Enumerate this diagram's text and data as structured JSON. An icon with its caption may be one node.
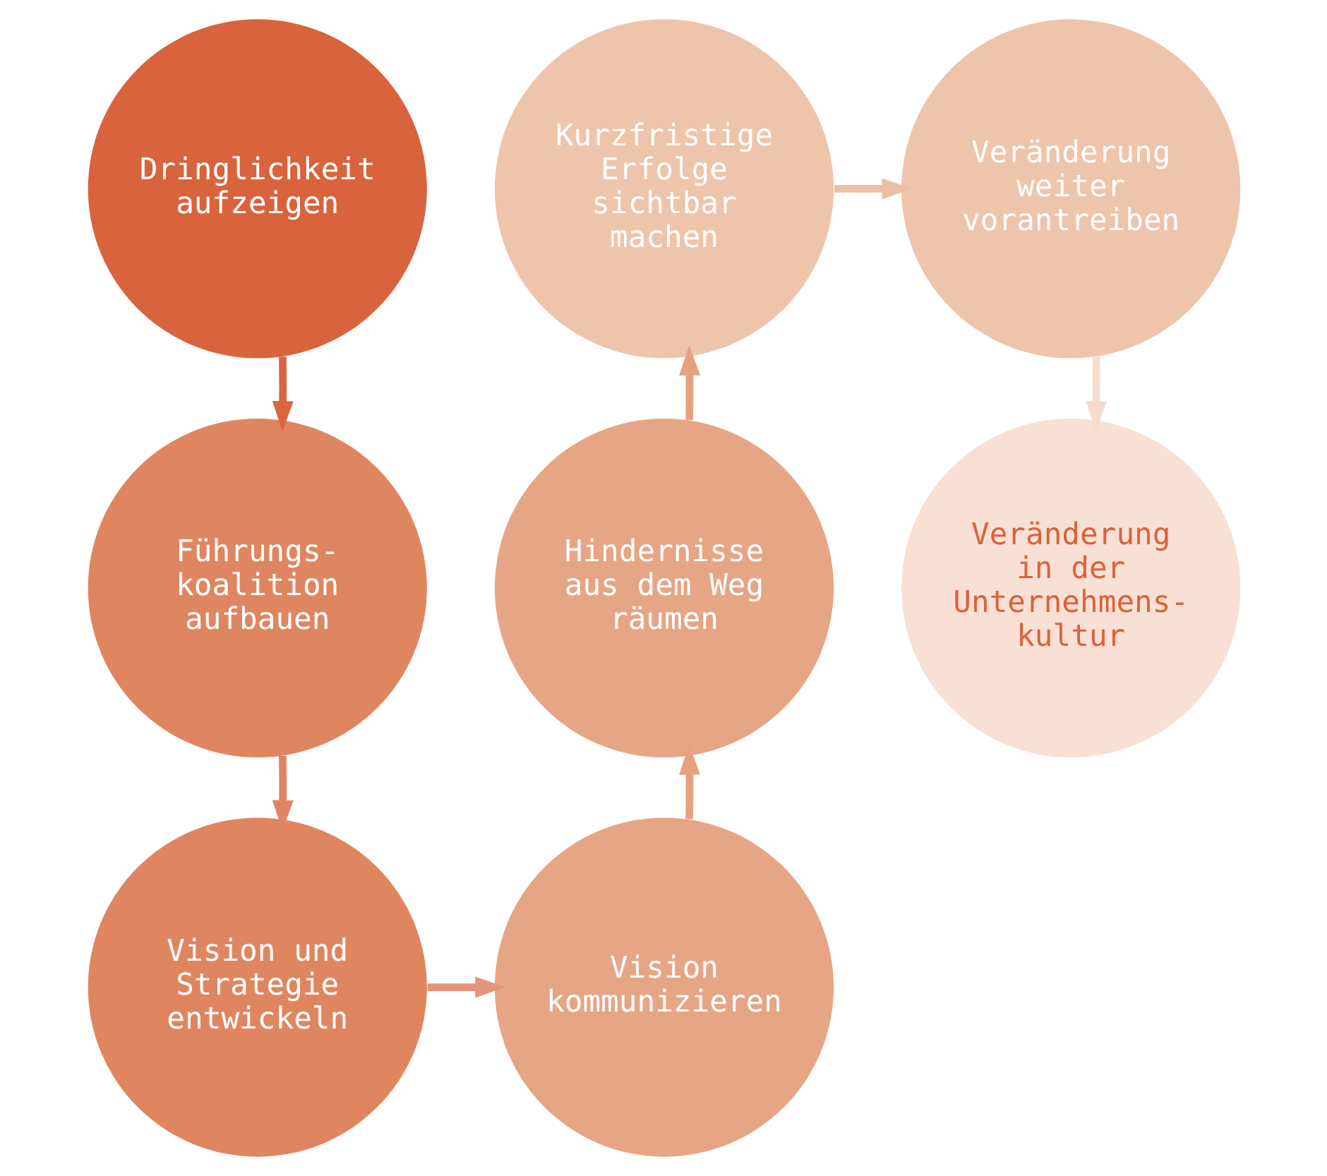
{
  "diagram": {
    "nodes": [
      {
        "text": [
          "Dringlichkeit aufzeigen"
        ]
      },
      {
        "text": [
          "Führungs- koalition aufbauen"
        ]
      },
      {
        "text": [
          "Vision und Strategie entwickeln"
        ]
      },
      {
        "text": [
          "Vision kommunizieren"
        ]
      },
      {
        "text": [
          "Hindernisse aus dem Weg räumen"
        ]
      },
      {
        "text": [
          "Kurzfristige Erfolge sichtbar machen"
        ]
      },
      {
        "text": [
          "Veränderung weiter vorantreiben"
        ]
      },
      {
        "text": [
          "Veränderung in der Unternehmens- kultur"
        ]
      }
    ],
    "edges": [
      {
        "from": 0,
        "to": 1,
        "arrow": "to",
        "color": "#d9663f"
      },
      {
        "from": 1,
        "to": 2,
        "arrow": "to",
        "color": "#df8560"
      },
      {
        "from": 2,
        "to": 3,
        "arrow": "to",
        "color": "#e4957a"
      },
      {
        "from": 3,
        "to": 4,
        "arrow": "to",
        "color": "#e6a17f"
      },
      {
        "from": 4,
        "to": 5,
        "arrow": "to",
        "color": "#e6a17f"
      },
      {
        "from": 5,
        "to": 6,
        "arrow": "to",
        "color": "#eebfa5"
      },
      {
        "from": 6,
        "to": 7,
        "arrow": "to",
        "color": "#f6dccf"
      }
    ]
  }
}
